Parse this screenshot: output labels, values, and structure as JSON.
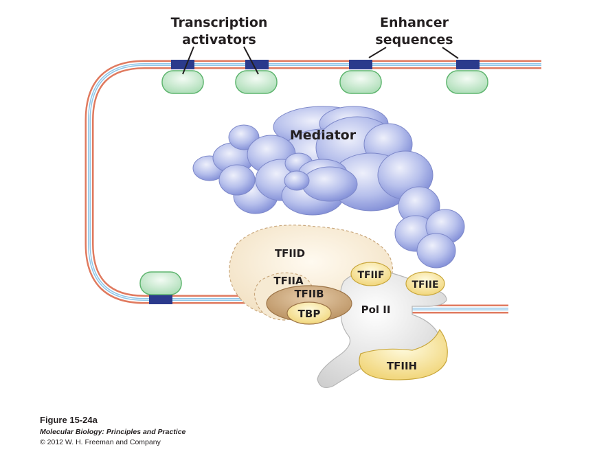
{
  "labels": {
    "transcription_activators_line1": "Transcription",
    "transcription_activators_line2": "activators",
    "enhancer_line1": "Enhancer",
    "enhancer_line2": "sequences",
    "mediator": "Mediator",
    "tfiid": "TFIID",
    "tfiia": "TFIIA",
    "tfiib": "TFIIB",
    "tbp": "TBP",
    "tfiif": "TFIIF",
    "tfiie": "TFIIE",
    "pol2": "Pol II",
    "tfiih": "TFIIH"
  },
  "caption": {
    "figure": "Figure 15-24a",
    "book": "Molecular Biology: Principles and Practice",
    "copyright": "© 2012 W. H. Freeman and Company"
  },
  "colors": {
    "dna_outer": "#e07a5f",
    "dna_inner": "#8fc6e8",
    "enhancer_block": "#2b3a8c",
    "activator_fill": "#c9ecd0",
    "activator_stroke": "#5fb56f",
    "mediator_fill": "#aab4e8",
    "tfiid_fill": "#f6ead3",
    "tfiib_fill": "#c9a77c",
    "tbp_fill": "#fbeaa6",
    "pol2_fill": "#ededed",
    "tfiih_fill": "#efd98a"
  }
}
